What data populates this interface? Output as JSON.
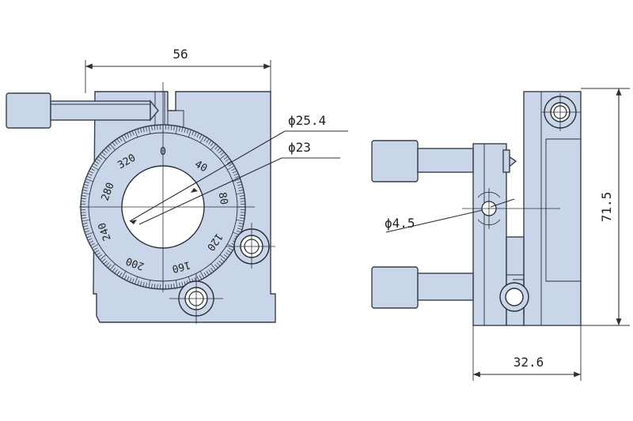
{
  "front_view": {
    "width_dim": "56",
    "outer_diameter": "ϕ25.4",
    "inner_diameter": "ϕ23",
    "dial_labels": [
      "0",
      "40",
      "80",
      "120",
      "160",
      "200",
      "240",
      "280",
      "320"
    ]
  },
  "side_view": {
    "hole_diameter": "ϕ4.5",
    "height_dim": "71.5",
    "depth_dim": "32.6"
  },
  "colors": {
    "part_fill": "#c9d5e8",
    "outline": "#3a3f4a"
  }
}
